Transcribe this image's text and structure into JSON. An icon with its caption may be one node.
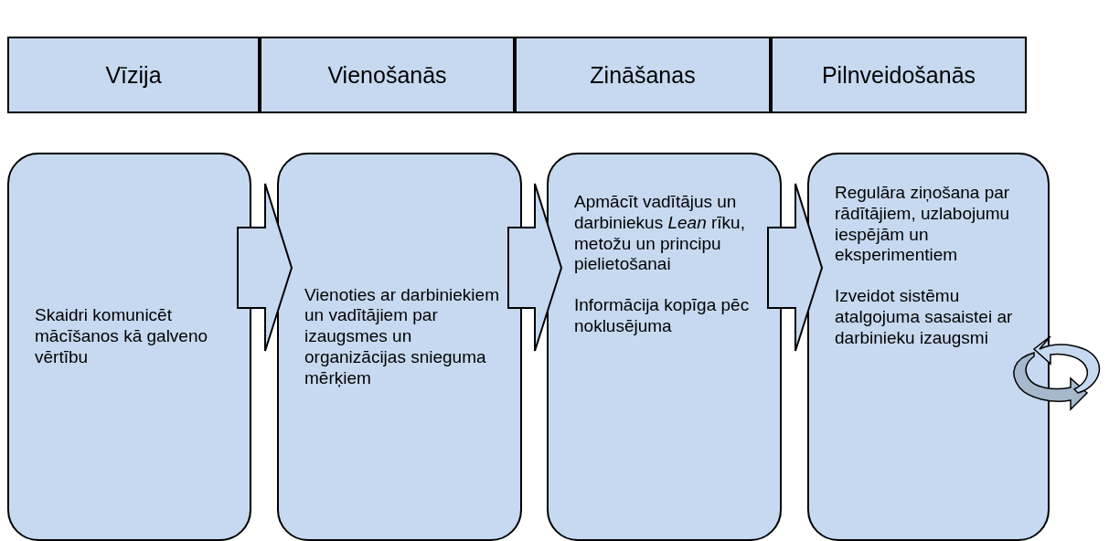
{
  "diagram": {
    "nodes": [
      {
        "text": [
          "Vīzija"
        ]
      },
      {
        "text": [
          "Vienošanās"
        ]
      },
      {
        "text": [
          "Zināšanas"
        ]
      },
      {
        "text": [
          "Pilnveidošanās"
        ]
      },
      {
        "text": [
          "Skaidri komunicēt mācīšanos kā galveno vērtību"
        ]
      },
      {
        "text": [
          "Vienoties ar darbiniekiem un vadītājiem par izaugsmes un organizācijas snieguma mērķiem"
        ]
      },
      {
        "text": [
          "Apmācīt vadītājus un darbiniekus *Lean* rīku, metožu un principu pielietošanai",
          "Informācija kopīga pēc noklusējuma"
        ]
      },
      {
        "text": [
          "Regulāra ziņošana par rādītājiem, uzlabojumu iespējām un eksperimentiem",
          "Izveidot sistēmu atalgojuma sasaistei ar darbinieku izaugsmi"
        ]
      }
    ],
    "edges": [
      {
        "from": 4,
        "to": 5,
        "arrow": "to",
        "style": "thick"
      },
      {
        "from": 5,
        "to": 6,
        "arrow": "to",
        "style": "thick"
      },
      {
        "from": 6,
        "to": 7,
        "arrow": "to",
        "style": "thick"
      }
    ]
  }
}
